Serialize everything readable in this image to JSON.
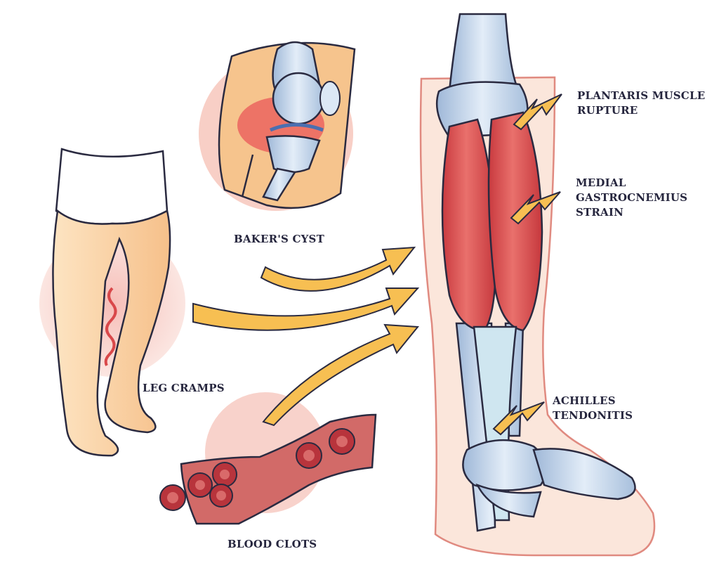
{
  "labels": {
    "bakers_cyst": "BAKER'S CYST",
    "leg_cramps": "LEG CRAMPS",
    "blood_clots": "BLOOD CLOTS",
    "plantaris": [
      "PLANTARIS MUSCLE",
      "RUPTURE"
    ],
    "gastrocnemius": [
      "MEDIAL",
      "GASTROCNEMIUS",
      "STRAIN"
    ],
    "achilles": [
      "ACHILLES",
      "TENDONITIS"
    ]
  },
  "colors": {
    "outline": "#2a2a40",
    "skin": "#fbd6a6",
    "skin_shade": "#f3b57c",
    "muscle": "#d9484a",
    "muscle_light": "#ea7470",
    "bone": "#b8cde6",
    "bone_light": "#dce8f5",
    "arrow": "#f7bf52",
    "highlight_pink": "#f8d2cb",
    "blood_cell": "#b8343c"
  }
}
